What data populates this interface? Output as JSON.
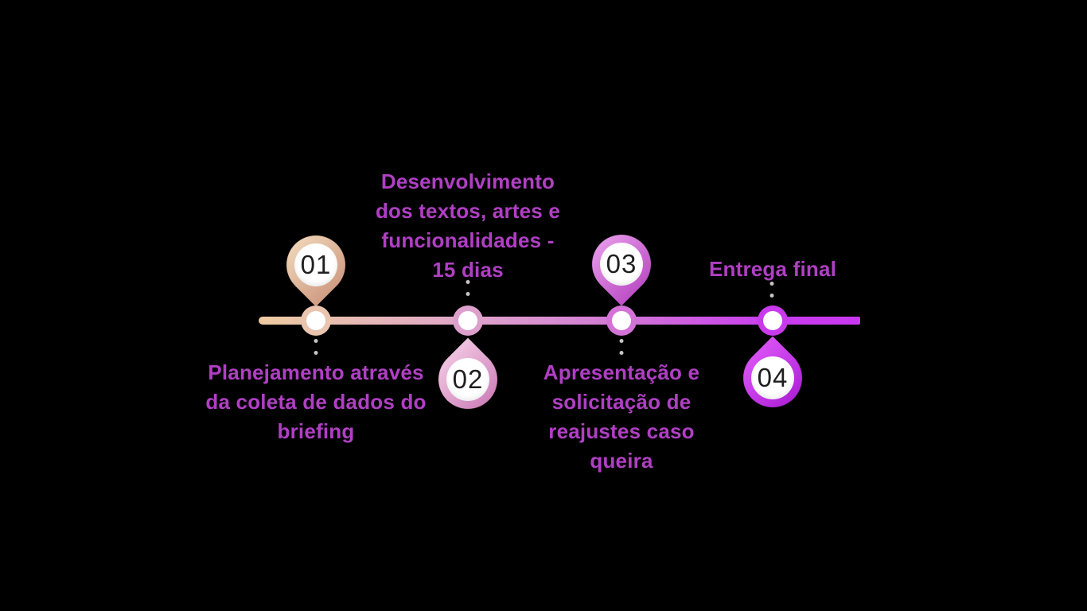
{
  "page": {
    "background": "#000000"
  },
  "timeline": {
    "text_color": "#b03fc4",
    "dot_color": "#c9c2c6",
    "number_color": "#1f1f1f",
    "line_gradient": [
      {
        "color": "#efcba0",
        "stop": "0%"
      },
      {
        "color": "#e9c1ac",
        "stop": "9.5%"
      },
      {
        "color": "#e0a5ca",
        "stop": "34.8%"
      },
      {
        "color": "#d178d6",
        "stop": "60.2%"
      },
      {
        "color": "#c93cee",
        "stop": "85.4%"
      },
      {
        "color": "#c938f0",
        "stop": "100%"
      }
    ],
    "steps": [
      {
        "number": "01",
        "label": "Planejamento através da coleta de dados do briefing",
        "label_lines": [
          "Planejamento através",
          "da coleta de dados do",
          "briefing"
        ],
        "pin_side": "above",
        "pin_gradient": [
          "#eed3b5",
          "#d09d84"
        ],
        "node_color": "#e9c4af"
      },
      {
        "number": "02",
        "label": "Desenvolvimento dos textos, artes e funcionalidades - 15 dias",
        "label_lines": [
          "Desenvolvimento",
          "dos textos, artes e",
          "funcionalidades -",
          "15 dias"
        ],
        "pin_side": "below",
        "pin_gradient": [
          "#efc2df",
          "#cf83bb"
        ],
        "node_color": "#dda0cc"
      },
      {
        "number": "03",
        "label": "Apresentação e solicitação de reajustes caso queira",
        "label_lines": [
          "Apresentação e",
          "solicitação de",
          "reajustes caso",
          "queira"
        ],
        "pin_side": "above",
        "pin_gradient": [
          "#e495e7",
          "#bd50c6"
        ],
        "node_color": "#d373d7"
      },
      {
        "number": "04",
        "label": "Entrega final",
        "label_lines": [
          "Entrega final"
        ],
        "pin_side": "below",
        "pin_gradient": [
          "#d851f4",
          "#b023d9"
        ],
        "node_color": "#c83aeb"
      }
    ]
  }
}
